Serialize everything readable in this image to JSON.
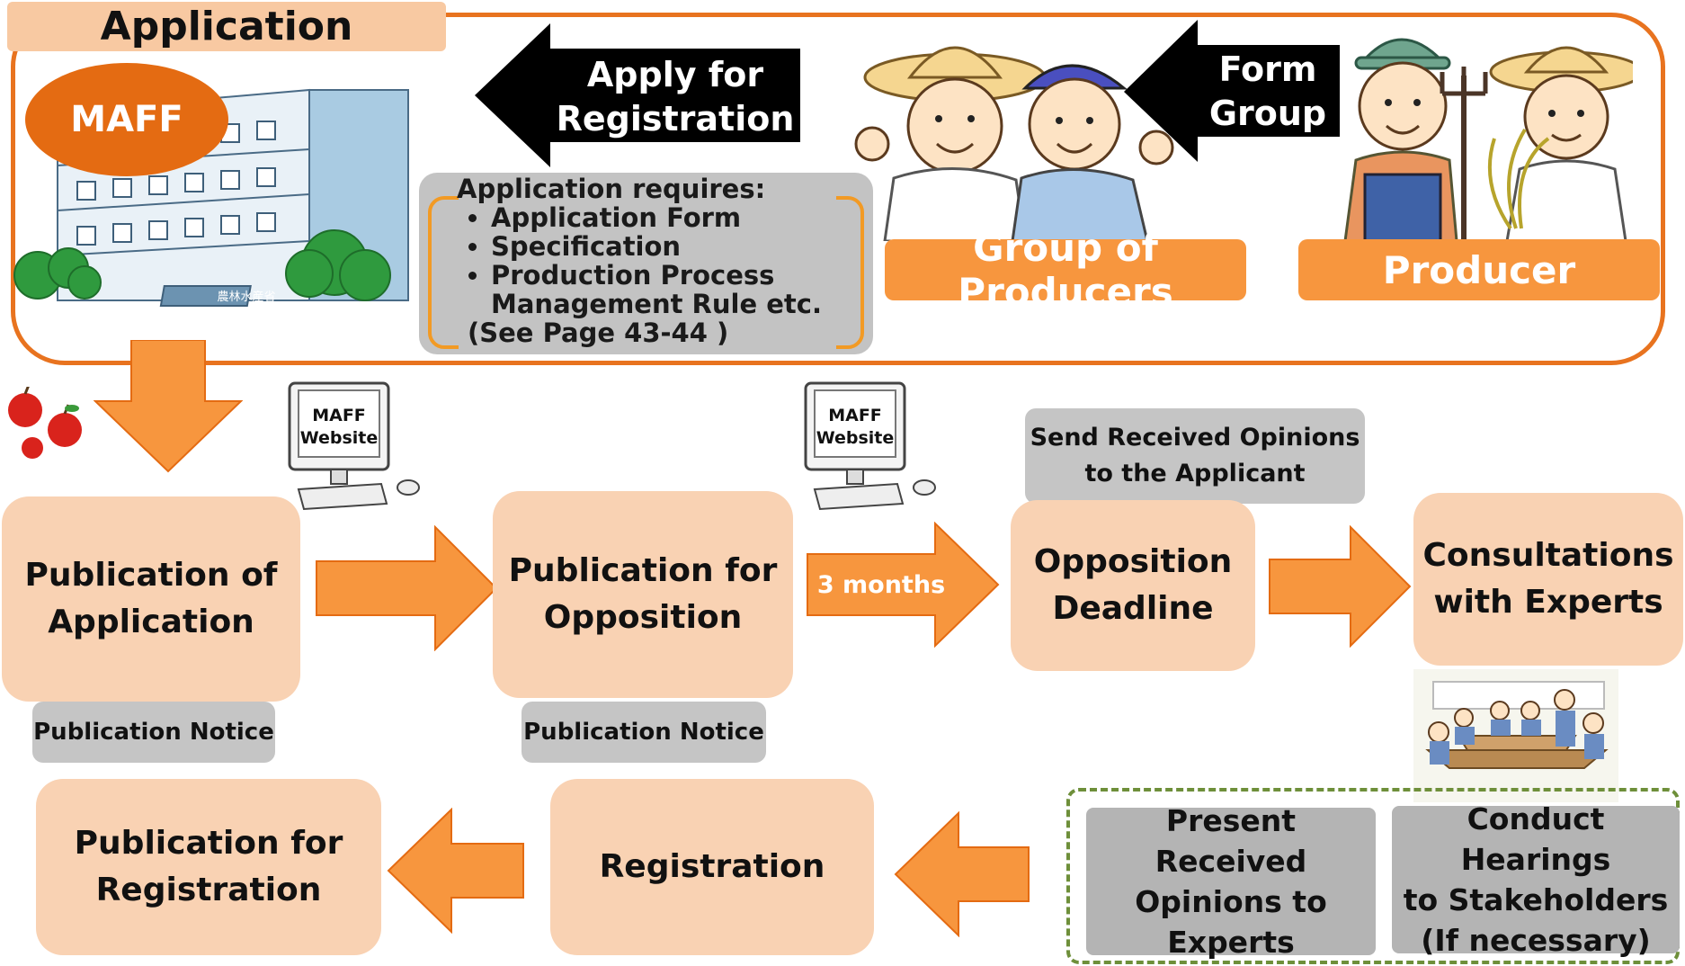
{
  "application": {
    "title": "Application",
    "maff": "MAFF",
    "apply_arrow": [
      "Apply for",
      "Registration"
    ],
    "form_group_arrow": [
      "Form",
      "Group"
    ],
    "requirements": {
      "heading": "Application requires:",
      "items": [
        "Application Form",
        "Specification",
        "Production Process Management Rule etc."
      ],
      "note": "(See Page 43-44 )"
    },
    "group_of_producers": "Group of Producers",
    "producer": "Producer",
    "building_sign": "農林水産省"
  },
  "website_label": [
    "MAFF",
    "Website"
  ],
  "flow": {
    "publication_of_application": [
      "Publication of",
      "Application"
    ],
    "publication_for_opposition": [
      "Publication for",
      "Opposition"
    ],
    "opposition_deadline": [
      "Opposition",
      "Deadline"
    ],
    "consultations": [
      "Consultations",
      "with Experts"
    ],
    "registration": "Registration",
    "publication_for_registration": [
      "Publication for",
      "Registration"
    ],
    "three_months": "3 months",
    "publication_notice_1": "Publication Notice",
    "publication_notice_2": "Publication Notice",
    "send_opinions": [
      "Send Received Opinions",
      "to the Applicant"
    ],
    "present_opinions": [
      "Present Received",
      "Opinions to",
      "Experts"
    ],
    "conduct_hearings": [
      "Conduct Hearings",
      "to Stakeholders",
      "(If necessary)"
    ]
  },
  "colors": {
    "orange_dark": "#e46b12",
    "orange_arrow": "#f7963e",
    "peach_box": "#f9d2b3",
    "gray_box": "#c5c5c5",
    "dashed_green": "#6e8f3a"
  }
}
